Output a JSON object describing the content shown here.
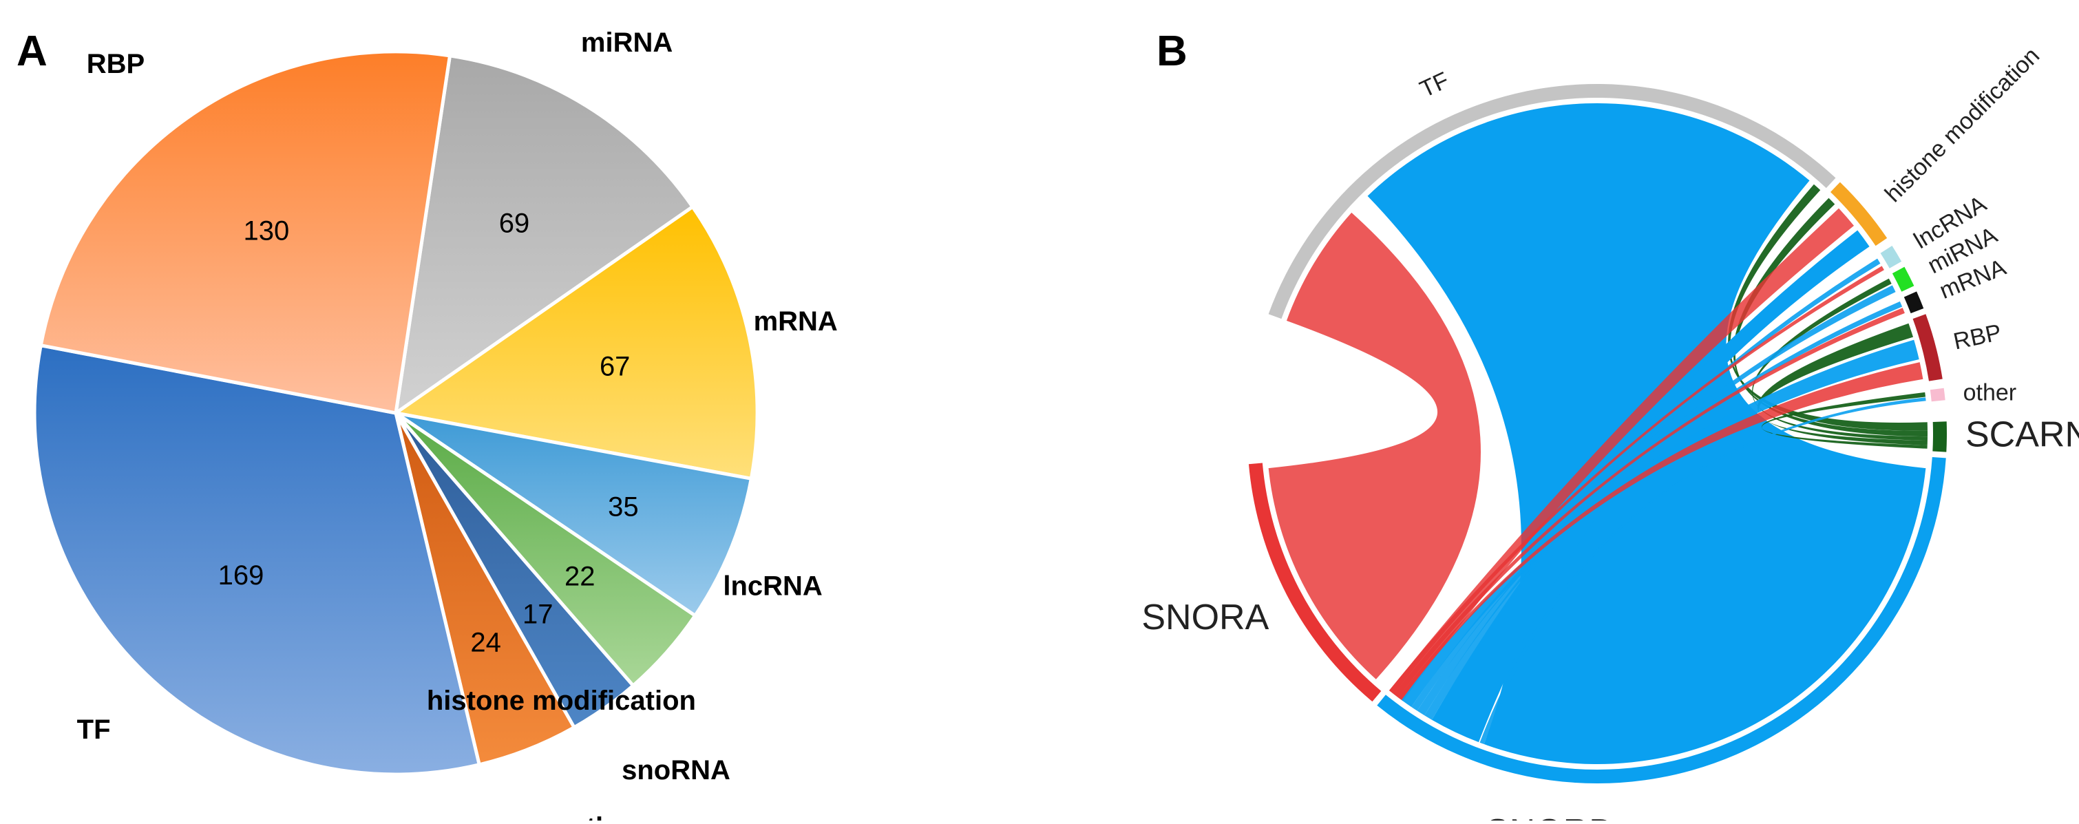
{
  "panel_a": {
    "letter": "A"
  },
  "panel_b": {
    "letter": "B"
  },
  "chart_data": [
    {
      "type": "pie",
      "slices": [
        {
          "label": "miRNA",
          "value": 69,
          "color": "#a8a8a8",
          "color2": "#d2d2d2"
        },
        {
          "label": "mRNA",
          "value": 67,
          "color": "#ffc000",
          "color2": "#ffe07a"
        },
        {
          "label": "lncRNA",
          "value": 35,
          "color": "#3d9ad6",
          "color2": "#9ccbec"
        },
        {
          "label": "histone modification",
          "value": 22,
          "color": "#5aab46",
          "color2": "#a9d797"
        },
        {
          "label": "snoRNA",
          "value": 17,
          "color": "#2e5d99",
          "color2": "#4e86c6"
        },
        {
          "label": "other",
          "value": 24,
          "color": "#d05b12",
          "color2": "#f48b3c"
        },
        {
          "label": "TF",
          "value": 169,
          "color": "#2c6fc2",
          "color2": "#8aafe2"
        },
        {
          "label": "RBP",
          "value": 130,
          "color": "#fd7e28",
          "color2": "#ffc0a0"
        }
      ]
    },
    {
      "type": "chord",
      "sources": [
        {
          "label": "TF",
          "color": "#c4c4c4",
          "big": false
        },
        {
          "label": "histone modification",
          "color": "#f6a623",
          "big": false
        },
        {
          "label": "lncRNA",
          "color": "#a9dde6",
          "big": false
        },
        {
          "label": "miRNA",
          "color": "#22e022",
          "big": false
        },
        {
          "label": "mRNA",
          "color": "#111111",
          "big": false
        },
        {
          "label": "RBP",
          "color": "#b3222a",
          "big": false
        },
        {
          "label": "other",
          "color": "#f8bcd0",
          "big": false
        }
      ],
      "targets": [
        {
          "label": "SCARNA",
          "color": "#17621b",
          "big": true
        },
        {
          "label": "SNORD",
          "color": "#0aa0f0",
          "big": true
        },
        {
          "label": "SNORA",
          "color": "#e83535",
          "big": true
        }
      ]
    }
  ]
}
